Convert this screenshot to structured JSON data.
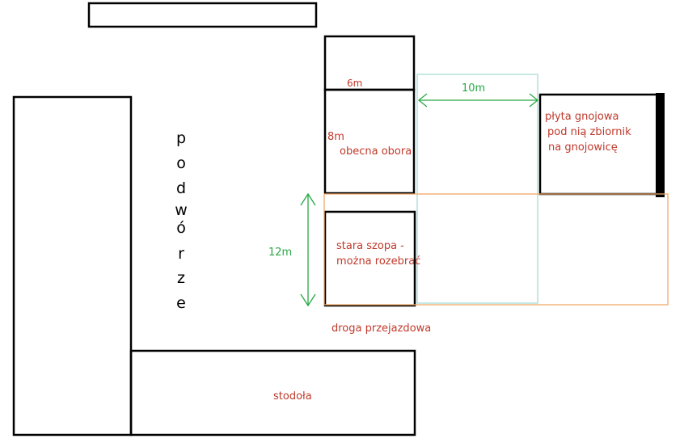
{
  "colors": {
    "outline": "#000000",
    "label_red": "#c0392b",
    "dimension_green": "#27a845",
    "outline_cyan": "#a8dcd6",
    "outline_orange": "#f0a868"
  },
  "labels": {
    "podworze": [
      "p",
      "o",
      "d",
      "w",
      "ó",
      "r",
      "z",
      "e"
    ],
    "dim_6m": "6m",
    "dim_8m": "8m",
    "dim_10m": "10m",
    "dim_12m": "12m",
    "obecna_obora": "obecna obora",
    "stara_szopa_line1": "stara szopa -",
    "stara_szopa_line2": "można rozebrać",
    "plyta_line1": "płyta gnojowa",
    "plyta_line2": "pod nią zbiornik",
    "plyta_line3": "na gnojowicę",
    "droga": "droga przejazdowa",
    "stodola": "stodoła"
  }
}
